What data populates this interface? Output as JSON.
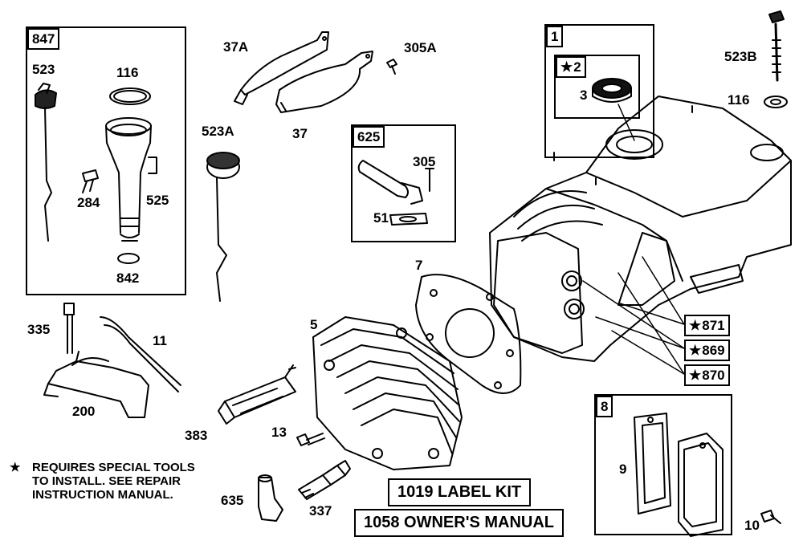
{
  "box_labels": {
    "b847": "847",
    "b1": "1",
    "b2": "2",
    "b625": "625",
    "b871": "871",
    "b869": "869",
    "b870": "870",
    "b8": "8"
  },
  "part_labels": {
    "p523": "523",
    "p116a": "116",
    "p284": "284",
    "p525": "525",
    "p842": "842",
    "p37A": "37A",
    "p305A": "305A",
    "p37": "37",
    "p523A": "523A",
    "p305": "305",
    "p51": "51",
    "p3": "3",
    "p523B": "523B",
    "p116b": "116",
    "p7": "7",
    "p335": "335",
    "p11": "11",
    "p200": "200",
    "p5": "5",
    "p383": "383",
    "p13": "13",
    "p635": "635",
    "p337": "337",
    "p9": "9",
    "p10": "10"
  },
  "note": {
    "star": "★",
    "lines": [
      "REQUIRES SPECIAL TOOLS",
      "TO INSTALL.  SEE REPAIR",
      "INSTRUCTION MANUAL."
    ]
  },
  "kits": {
    "label_kit": "1019 LABEL KIT",
    "owners_manual": "1058 OWNER'S MANUAL"
  },
  "star_symbol": "★"
}
